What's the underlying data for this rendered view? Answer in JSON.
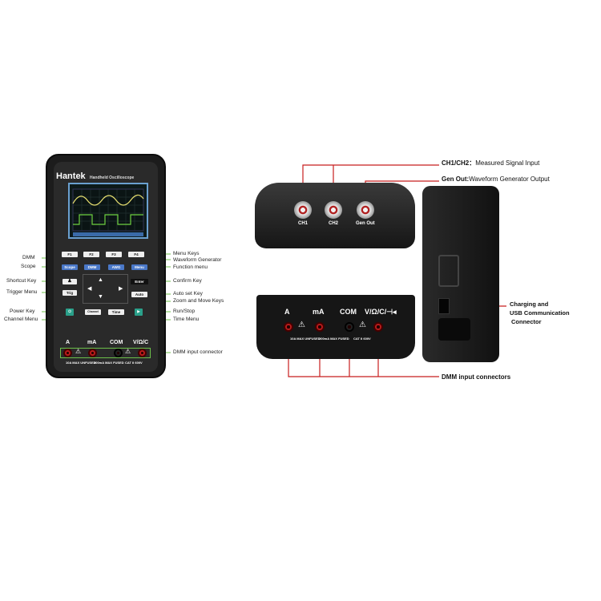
{
  "device": {
    "brand": "Hantek",
    "model_line": "Handheld Oscilloscope",
    "menu_keys": [
      "F1",
      "F2",
      "F3",
      "F4"
    ],
    "function_keys": [
      "Scope",
      "DMM",
      "AWG",
      "Menu"
    ],
    "enter_label": "Enter",
    "auto_label": "Auto",
    "trig_label": "Trig",
    "channel_label": "Channel",
    "time_label": "Time",
    "jacks": [
      "A",
      "mA",
      "COM",
      "V/Ω/C"
    ],
    "jack_notes": [
      "10A MAX UNFUSED",
      "200mA MAX FUSED",
      "CAT II 600V"
    ]
  },
  "left_labels": [
    "DMM",
    "Scope",
    "Shortcut Key",
    "Trigger Menu",
    "Power Key",
    "Channel Menu"
  ],
  "right_labels": [
    "Menu Keys",
    "Waveform Generator",
    "Function menu",
    "Confirm Key",
    "Auto set Key",
    "Zoom and Move Keys",
    "Run/Stop",
    "Time Menu",
    "DMM input connector"
  ],
  "top_view": {
    "connectors": [
      "CH1",
      "CH2",
      "Gen Out"
    ],
    "annotation_ch_bold": "CH1/CH2：",
    "annotation_ch_rest": "Measured Signal Input",
    "annotation_gen_bold": "Gen Out:",
    "annotation_gen_rest": "Waveform Generator Output"
  },
  "bottom_view": {
    "jacks": [
      "A",
      "mA",
      "COM",
      "V/Ω/C/⊣◂"
    ],
    "notes": [
      "10A MAX UNFUSED",
      "200mA MAX FUSED",
      "CAT II 600V"
    ],
    "annotation": "DMM input connectors"
  },
  "side_view": {
    "annotation": [
      "Charging and",
      "USB Communication",
      "Connector"
    ]
  }
}
